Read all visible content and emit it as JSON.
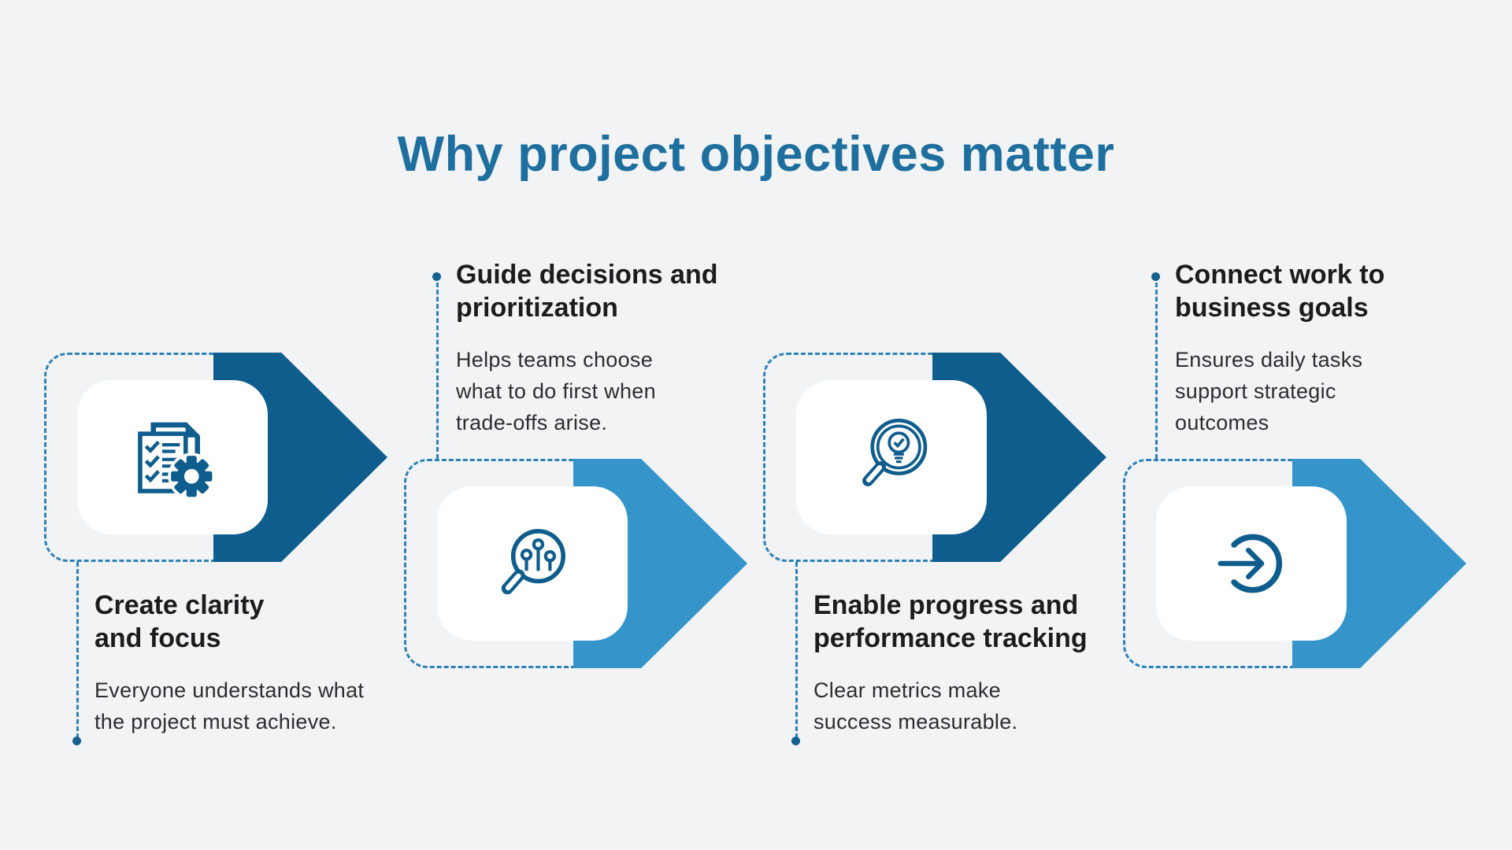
{
  "title": "Why project objectives matter",
  "colors": {
    "background": "#f1f3f5",
    "title_text": "#1e6f9e",
    "dark_arrow": "#0f5d8c",
    "light_arrow": "#3595cb",
    "dashed_outline": "#2e81b5",
    "connector_dot": "#15618f",
    "heading_text": "#1c1c1e",
    "body_text": "#2d2d30",
    "card_background": "#ffffff"
  },
  "items": [
    {
      "icon": "checklist-gear-icon",
      "arrow_style": "dark",
      "text_position": "below",
      "heading": "Create clarity and focus",
      "heading_lines": [
        "Create clarity",
        "and focus"
      ],
      "description": "Everyone understands what the project must achieve.",
      "description_lines": [
        "Everyone understands what",
        "the project must achieve."
      ]
    },
    {
      "icon": "magnifier-circuit-icon",
      "arrow_style": "light",
      "text_position": "above",
      "heading": "Guide decisions and prioritization",
      "heading_lines": [
        "Guide decisions and",
        "prioritization"
      ],
      "description": "Helps teams choose what to do first when trade-offs arise.",
      "description_lines": [
        "Helps teams choose",
        "what to do first when",
        "trade-offs arise."
      ]
    },
    {
      "icon": "magnifier-lightbulb-icon",
      "arrow_style": "dark",
      "text_position": "below",
      "heading": "Enable progress and performance tracking",
      "heading_lines": [
        "Enable progress and",
        "performance tracking"
      ],
      "description": "Clear metrics make success measurable.",
      "description_lines": [
        "Clear metrics make",
        "success measurable."
      ]
    },
    {
      "icon": "arrow-into-circle-icon",
      "arrow_style": "light",
      "text_position": "above",
      "heading": "Connect work to business goals",
      "heading_lines": [
        "Connect work to",
        "business goals"
      ],
      "description": "Ensures daily tasks support strategic outcomes",
      "description_lines": [
        "Ensures daily tasks",
        "support strategic",
        "outcomes"
      ]
    }
  ]
}
